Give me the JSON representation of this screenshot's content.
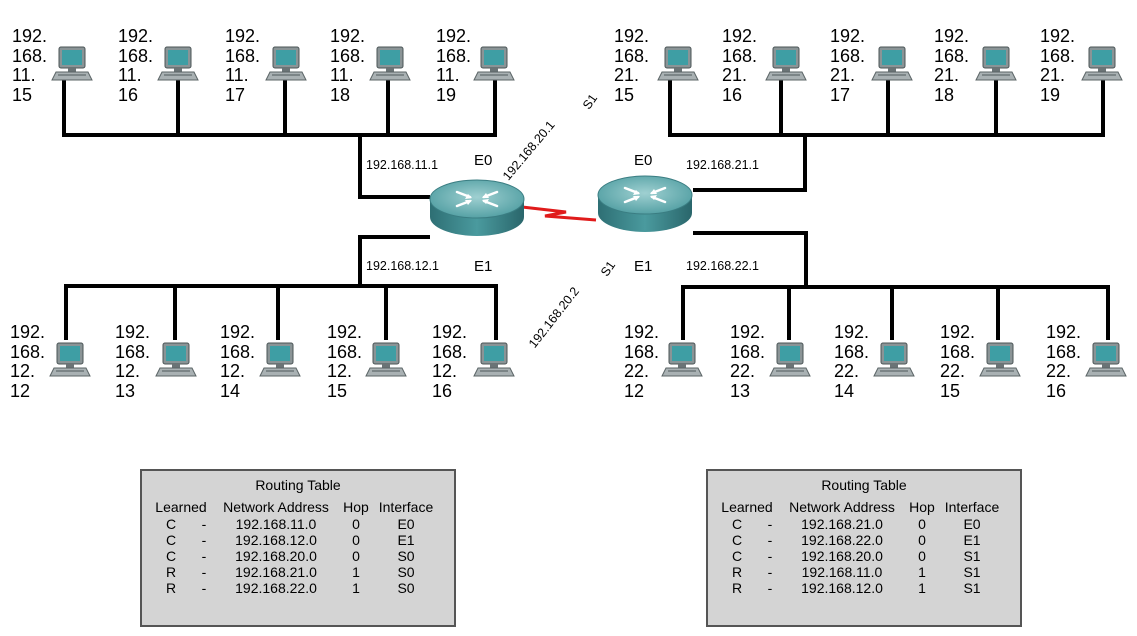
{
  "left_router": {
    "e0_label": "E0",
    "e1_label": "E1",
    "s1_label": "S1",
    "e0_ip": "192.168.11.1",
    "e1_ip": "192.168.12.1",
    "s1_ip": "192.168.20.1",
    "top_hosts": [
      "192.\n168.\n11.\n15",
      "192.\n168.\n11.\n16",
      "192.\n168.\n11.\n17",
      "192.\n168.\n11.\n18",
      "192.\n168.\n11.\n19"
    ],
    "bottom_hosts": [
      "192.\n168.\n12.\n12",
      "192.\n168.\n12.\n13",
      "192.\n168.\n12.\n14",
      "192.\n168.\n12.\n15",
      "192.\n168.\n12.\n16"
    ]
  },
  "right_router": {
    "e0_label": "E0",
    "e1_label": "E1",
    "s1_label": "S1",
    "e0_ip": "192.168.21.1",
    "e1_ip": "192.168.22.1",
    "s1_ip": "192.168.20.2",
    "top_hosts": [
      "192.\n168.\n21.\n15",
      "192.\n168.\n21.\n16",
      "192.\n168.\n21.\n17",
      "192.\n168.\n21.\n18",
      "192.\n168.\n21.\n19"
    ],
    "bottom_hosts": [
      "192.\n168.\n22.\n12",
      "192.\n168.\n22.\n13",
      "192.\n168.\n22.\n14",
      "192.\n168.\n22.\n15",
      "192.\n168.\n22.\n16"
    ]
  },
  "routing_tables": [
    {
      "title": "Routing Table",
      "headers": [
        "Learned",
        "Network Address",
        "Hop",
        "Interface"
      ],
      "rows": [
        [
          "C",
          "-",
          "192.168.11.0",
          "0",
          "E0"
        ],
        [
          "C",
          "-",
          "192.168.12.0",
          "0",
          "E1"
        ],
        [
          "C",
          "-",
          "192.168.20.0",
          "0",
          "S0"
        ],
        [
          "R",
          "-",
          "192.168.21.0",
          "1",
          "S0"
        ],
        [
          "R",
          "-",
          "192.168.22.0",
          "1",
          "S0"
        ]
      ]
    },
    {
      "title": "Routing Table",
      "headers": [
        "Learned",
        "Network Address",
        "Hop",
        "Interface"
      ],
      "rows": [
        [
          "C",
          "-",
          "192.168.21.0",
          "0",
          "E0"
        ],
        [
          "C",
          "-",
          "192.168.22.0",
          "0",
          "E1"
        ],
        [
          "C",
          "-",
          "192.168.20.0",
          "0",
          "S1"
        ],
        [
          "R",
          "-",
          "192.168.11.0",
          "1",
          "S1"
        ],
        [
          "R",
          "-",
          "192.168.12.0",
          "1",
          "S1"
        ]
      ]
    }
  ],
  "colors": {
    "wire": "#000000",
    "serial_link": "#e01b1b",
    "router_body": "#3d8a8f",
    "router_top": "#6fb4b6",
    "table_bg": "#d4d4d4"
  },
  "icons": {
    "host": "desktop-computer-icon",
    "router": "router-icon"
  }
}
